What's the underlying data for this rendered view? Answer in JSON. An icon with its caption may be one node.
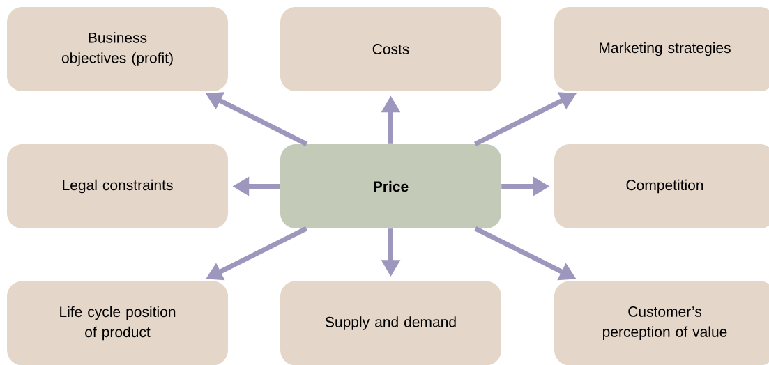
{
  "diagram": {
    "nodes": [
      {
        "text": [
          "Business objectives (profit)"
        ]
      },
      {
        "text": [
          "Costs"
        ]
      },
      {
        "text": [
          "Marketing strategies"
        ]
      },
      {
        "text": [
          "Legal constraints"
        ]
      },
      {
        "text": [
          "**Price**"
        ]
      },
      {
        "text": [
          "Competition"
        ]
      },
      {
        "text": [
          "Life cycle position of product"
        ]
      },
      {
        "text": [
          "Supply and demand"
        ]
      },
      {
        "text": [
          "Customer’s perception of value"
        ]
      }
    ],
    "edges": [
      {
        "from": 4,
        "to": 0,
        "arrow": "to"
      },
      {
        "from": 4,
        "to": 1,
        "arrow": "to"
      },
      {
        "from": 4,
        "to": 2,
        "arrow": "to"
      },
      {
        "from": 4,
        "to": 3,
        "arrow": "to"
      },
      {
        "from": 4,
        "to": 5,
        "arrow": "to"
      },
      {
        "from": 4,
        "to": 6,
        "arrow": "to"
      },
      {
        "from": 4,
        "to": 7,
        "arrow": "to"
      },
      {
        "from": 4,
        "to": 8,
        "arrow": "to"
      }
    ]
  }
}
